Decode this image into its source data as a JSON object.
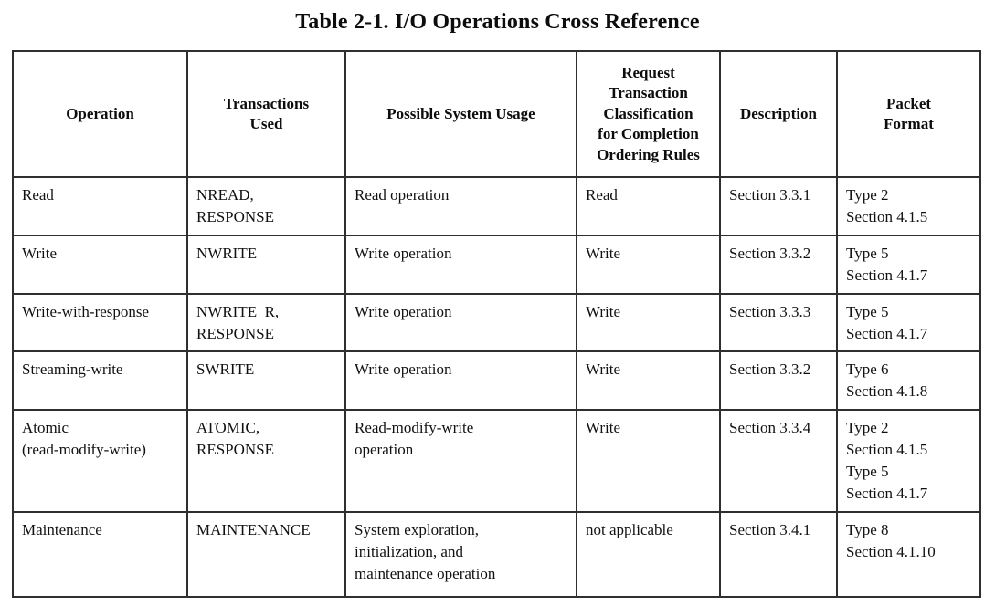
{
  "page": {
    "title": "Table 2-1. I/O Operations Cross Reference"
  },
  "colors": {
    "background": "#ffffff",
    "text": "#111111",
    "border": "#2f2f2f"
  },
  "table": {
    "columns": [
      "Operation",
      "Transactions\nUsed",
      "Possible System Usage",
      "Request\nTransaction\nClassification\nfor Completion\nOrdering Rules",
      "Description",
      "Packet\nFormat"
    ],
    "rows": [
      {
        "cells": [
          "Read",
          "NREAD,\nRESPONSE",
          "Read operation",
          "Read",
          "Section 3.3.1",
          "Type 2\nSection 4.1.5"
        ]
      },
      {
        "cells": [
          "Write",
          "NWRITE",
          "Write operation",
          "Write",
          "Section 3.3.2",
          "Type 5\nSection 4.1.7"
        ]
      },
      {
        "cells": [
          "Write-with-response",
          "NWRITE_R,\nRESPONSE",
          "Write operation",
          "Write",
          "Section 3.3.3",
          "Type 5\nSection 4.1.7"
        ]
      },
      {
        "cells": [
          "Streaming-write",
          "SWRITE",
          "Write operation",
          "Write",
          "Section 3.3.2",
          "Type 6\nSection 4.1.8"
        ]
      },
      {
        "cells": [
          "Atomic\n(read-modify-write)",
          "ATOMIC,\nRESPONSE",
          "Read-modify-write\noperation",
          "Write",
          "Section 3.3.4",
          "Type 2\nSection 4.1.5\nType 5\nSection 4.1.7"
        ]
      },
      {
        "cells": [
          "Maintenance",
          "MAINTENANCE",
          "System exploration,\ninitialization, and\nmaintenance operation",
          "not applicable",
          "Section 3.4.1",
          "Type 8\nSection 4.1.10"
        ]
      }
    ]
  }
}
